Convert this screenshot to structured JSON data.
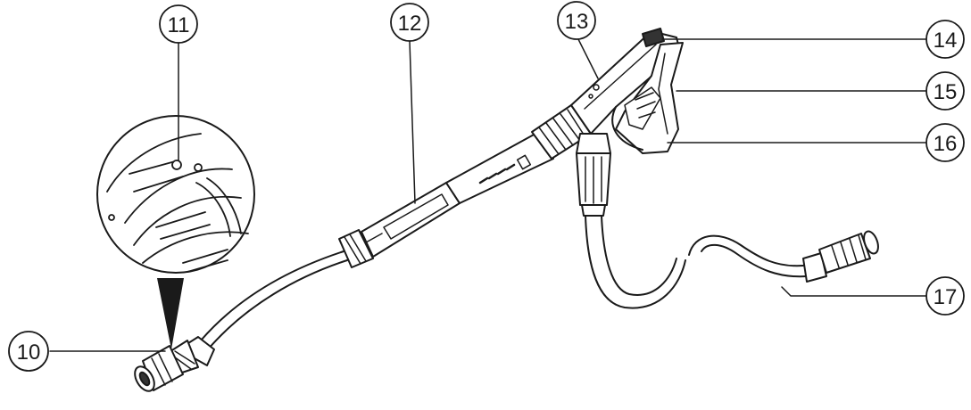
{
  "callouts": [
    {
      "id": "c10",
      "label": "10"
    },
    {
      "id": "c11",
      "label": "11"
    },
    {
      "id": "c12",
      "label": "12"
    },
    {
      "id": "c13",
      "label": "13"
    },
    {
      "id": "c14",
      "label": "14"
    },
    {
      "id": "c15",
      "label": "15"
    },
    {
      "id": "c16",
      "label": "16"
    },
    {
      "id": "c17",
      "label": "17"
    }
  ],
  "colors": {
    "stroke": "#1a1a1a",
    "fill": "#ffffff",
    "shade": "#d9d9d9",
    "dark": "#333333"
  }
}
